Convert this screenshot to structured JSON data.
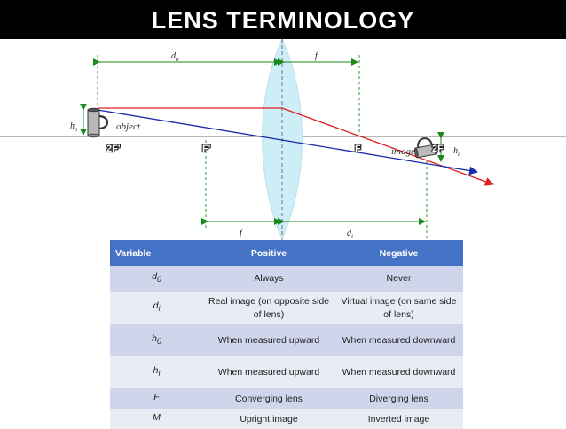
{
  "title": "LENS TERMINOLOGY",
  "diagram": {
    "labels": {
      "d_o": "d",
      "d_o_sub": "o",
      "f_top": "f",
      "f_bottom": "f",
      "d_i": "d",
      "d_i_sub": "i",
      "h_o": "h",
      "h_o_sub": "o",
      "h_i": "h",
      "h_i_sub": "i",
      "object": "object",
      "image": "image",
      "two_f_prime": "2F'",
      "f_prime": "F'",
      "f_point": "F",
      "two_f": "2F"
    },
    "colors": {
      "ray_red": "#e02020",
      "ray_blue": "#1a2ca8",
      "guide_green": "#1a8a1a",
      "axis": "#7f7f7f",
      "lens": "#c8ecf4"
    }
  },
  "table": {
    "headers": [
      "Variable",
      "Positive",
      "Negative"
    ],
    "rows": [
      {
        "variable": "d",
        "sub": "0",
        "positive": "Always",
        "negative": "Never"
      },
      {
        "variable": "d",
        "sub": "i",
        "positive": "Real image (on opposite side of lens)",
        "negative": "Virtual image (on same side of lens)"
      },
      {
        "variable": "h",
        "sub": "0",
        "positive": "When measured upward",
        "negative": "When measured downward"
      },
      {
        "variable": "h",
        "sub": "i",
        "positive": "When measured upward",
        "negative": "When measured downward"
      },
      {
        "variable": "F",
        "sub": "",
        "positive": "Converging lens",
        "negative": "Diverging lens"
      },
      {
        "variable": "M",
        "sub": "",
        "positive": "Upright image",
        "negative": "Inverted image"
      }
    ]
  }
}
